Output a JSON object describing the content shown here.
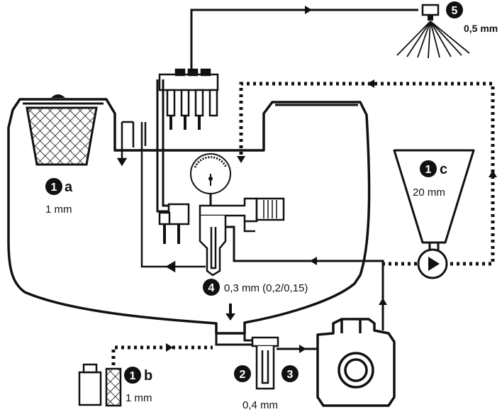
{
  "diagram": {
    "colors": {
      "ink": "#111111",
      "paper": "#ffffff"
    },
    "markers": [
      {
        "id": "1a",
        "number": "1",
        "letter": "a",
        "size": "1 mm"
      },
      {
        "id": "1b",
        "number": "1",
        "letter": "b",
        "size": "1 mm"
      },
      {
        "id": "1c",
        "number": "1",
        "letter": "c",
        "size": "20 mm"
      },
      {
        "id": "2",
        "number": "2"
      },
      {
        "id": "3",
        "number": "3"
      },
      {
        "id": "4",
        "number": "4",
        "size": "0,3 mm (0,2/0,15)"
      },
      {
        "id": "5",
        "number": "5",
        "size": "0,5 mm"
      }
    ],
    "filter_2_3_size": "0,4 mm"
  }
}
